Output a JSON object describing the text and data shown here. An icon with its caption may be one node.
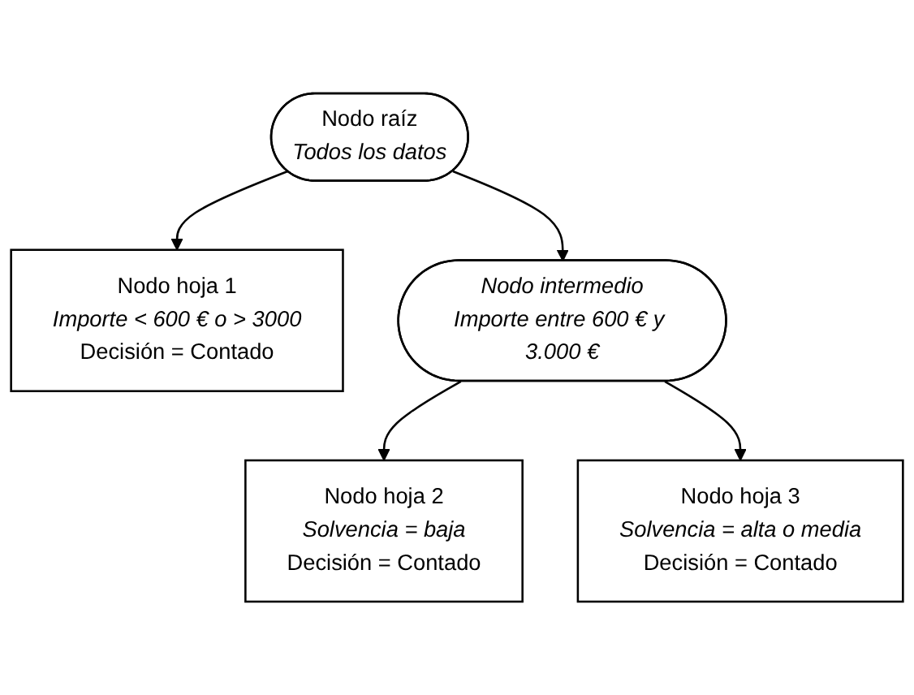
{
  "diagram": {
    "nodes": [
      {
        "text": [
          "Nodo raíz",
          "Todos los datos"
        ]
      },
      {
        "text": [
          "Nodo hoja 1",
          "Importe < 600 € o > 3000",
          "Decisión = Contado"
        ]
      },
      {
        "text": [
          "Nodo intermedio",
          "Importe entre 600 € y 3.000 €"
        ]
      },
      {
        "text": [
          "Nodo hoja 2",
          "Solvencia = baja",
          "Decisión = Contado"
        ]
      },
      {
        "text": [
          "Nodo hoja 3",
          "Solvencia = alta o media",
          "Decisión = Contado"
        ]
      }
    ],
    "edges": [
      {
        "from": 0,
        "to": 1,
        "arrow": "to"
      },
      {
        "from": 0,
        "to": 2,
        "arrow": "to"
      },
      {
        "from": 2,
        "to": 3,
        "arrow": "to"
      },
      {
        "from": 2,
        "to": 4,
        "arrow": "to"
      }
    ]
  }
}
